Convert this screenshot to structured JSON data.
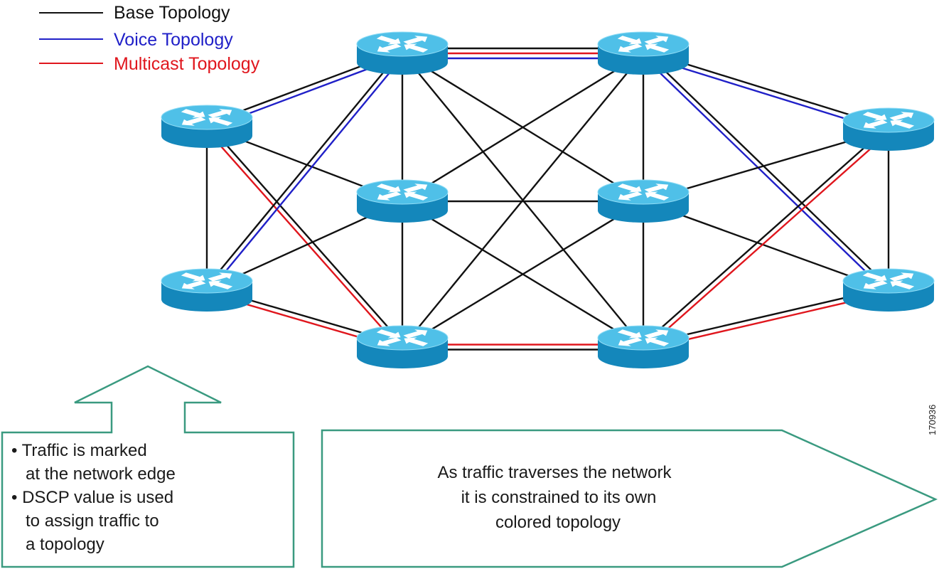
{
  "legend": {
    "items": [
      {
        "label": "Base Topology",
        "color": "#111111"
      },
      {
        "label": "Voice Topology",
        "color": "#2020c8"
      },
      {
        "label": "Multicast Topology",
        "color": "#e0161d"
      }
    ]
  },
  "colors": {
    "base": "#111111",
    "voice": "#2020c8",
    "multicast": "#e0161d",
    "router_top": "#4fc0e8",
    "router_side": "#1487bb",
    "router_arrow": "#ffffff",
    "callout_border": "#3a9a80"
  },
  "routers": [
    {
      "id": "edge-left-top",
      "icon": "router-icon"
    },
    {
      "id": "edge-left-bottom",
      "icon": "router-icon"
    },
    {
      "id": "core-a-top",
      "icon": "router-icon"
    },
    {
      "id": "core-a-middle",
      "icon": "router-icon"
    },
    {
      "id": "core-a-bottom",
      "icon": "router-icon"
    },
    {
      "id": "core-b-top",
      "icon": "router-icon"
    },
    {
      "id": "core-b-middle",
      "icon": "router-icon"
    },
    {
      "id": "core-b-bottom",
      "icon": "router-icon"
    },
    {
      "id": "edge-right-top",
      "icon": "router-icon"
    },
    {
      "id": "edge-right-bottom",
      "icon": "router-icon"
    }
  ],
  "links": [
    {
      "from": "edge-left-top",
      "to": "edge-left-bottom",
      "topologies": [
        "base"
      ]
    },
    {
      "from": "edge-left-top",
      "to": "core-a-top",
      "topologies": [
        "voice",
        "base"
      ]
    },
    {
      "from": "edge-left-top",
      "to": "core-a-middle",
      "topologies": [
        "base"
      ]
    },
    {
      "from": "edge-left-top",
      "to": "core-a-bottom",
      "topologies": [
        "multicast",
        "base"
      ]
    },
    {
      "from": "edge-left-bottom",
      "to": "core-a-top",
      "topologies": [
        "voice",
        "base"
      ]
    },
    {
      "from": "edge-left-bottom",
      "to": "core-a-middle",
      "topologies": [
        "base"
      ]
    },
    {
      "from": "edge-left-bottom",
      "to": "core-a-bottom",
      "topologies": [
        "multicast",
        "base"
      ]
    },
    {
      "from": "core-a-top",
      "to": "core-a-middle",
      "topologies": [
        "base"
      ]
    },
    {
      "from": "core-a-middle",
      "to": "core-a-bottom",
      "topologies": [
        "base"
      ]
    },
    {
      "from": "core-b-top",
      "to": "core-b-middle",
      "topologies": [
        "base"
      ]
    },
    {
      "from": "core-b-middle",
      "to": "core-b-bottom",
      "topologies": [
        "base"
      ]
    },
    {
      "from": "core-a-top",
      "to": "core-b-top",
      "topologies": [
        "voice",
        "multicast",
        "base"
      ]
    },
    {
      "from": "core-a-top",
      "to": "core-b-middle",
      "topologies": [
        "base"
      ]
    },
    {
      "from": "core-a-top",
      "to": "core-b-bottom",
      "topologies": [
        "base"
      ]
    },
    {
      "from": "core-a-middle",
      "to": "core-b-top",
      "topologies": [
        "base"
      ]
    },
    {
      "from": "core-a-middle",
      "to": "core-b-middle",
      "topologies": [
        "base"
      ]
    },
    {
      "from": "core-a-middle",
      "to": "core-b-bottom",
      "topologies": [
        "base"
      ]
    },
    {
      "from": "core-a-bottom",
      "to": "core-b-top",
      "topologies": [
        "base"
      ]
    },
    {
      "from": "core-a-bottom",
      "to": "core-b-middle",
      "topologies": [
        "base"
      ]
    },
    {
      "from": "core-a-bottom",
      "to": "core-b-bottom",
      "topologies": [
        "base",
        "multicast"
      ]
    },
    {
      "from": "core-b-top",
      "to": "edge-right-top",
      "topologies": [
        "voice",
        "base"
      ]
    },
    {
      "from": "core-b-top",
      "to": "edge-right-bottom",
      "topologies": [
        "voice",
        "base"
      ]
    },
    {
      "from": "core-b-middle",
      "to": "edge-right-top",
      "topologies": [
        "base"
      ]
    },
    {
      "from": "core-b-middle",
      "to": "edge-right-bottom",
      "topologies": [
        "base"
      ]
    },
    {
      "from": "core-b-bottom",
      "to": "edge-right-top",
      "topologies": [
        "multicast",
        "base"
      ]
    },
    {
      "from": "core-b-bottom",
      "to": "edge-right-bottom",
      "topologies": [
        "multicast",
        "base"
      ]
    },
    {
      "from": "edge-right-top",
      "to": "edge-right-bottom",
      "topologies": [
        "base"
      ]
    }
  ],
  "callout_edge": {
    "lines": [
      "• Traffic is marked",
      "   at the network edge",
      "• DSCP value is used",
      "   to assign traffic to",
      "   a topology"
    ]
  },
  "callout_core": {
    "lines": [
      "As traffic traverses the network",
      "it is constrained to its own",
      "colored topology"
    ]
  },
  "figure_id": "170936"
}
